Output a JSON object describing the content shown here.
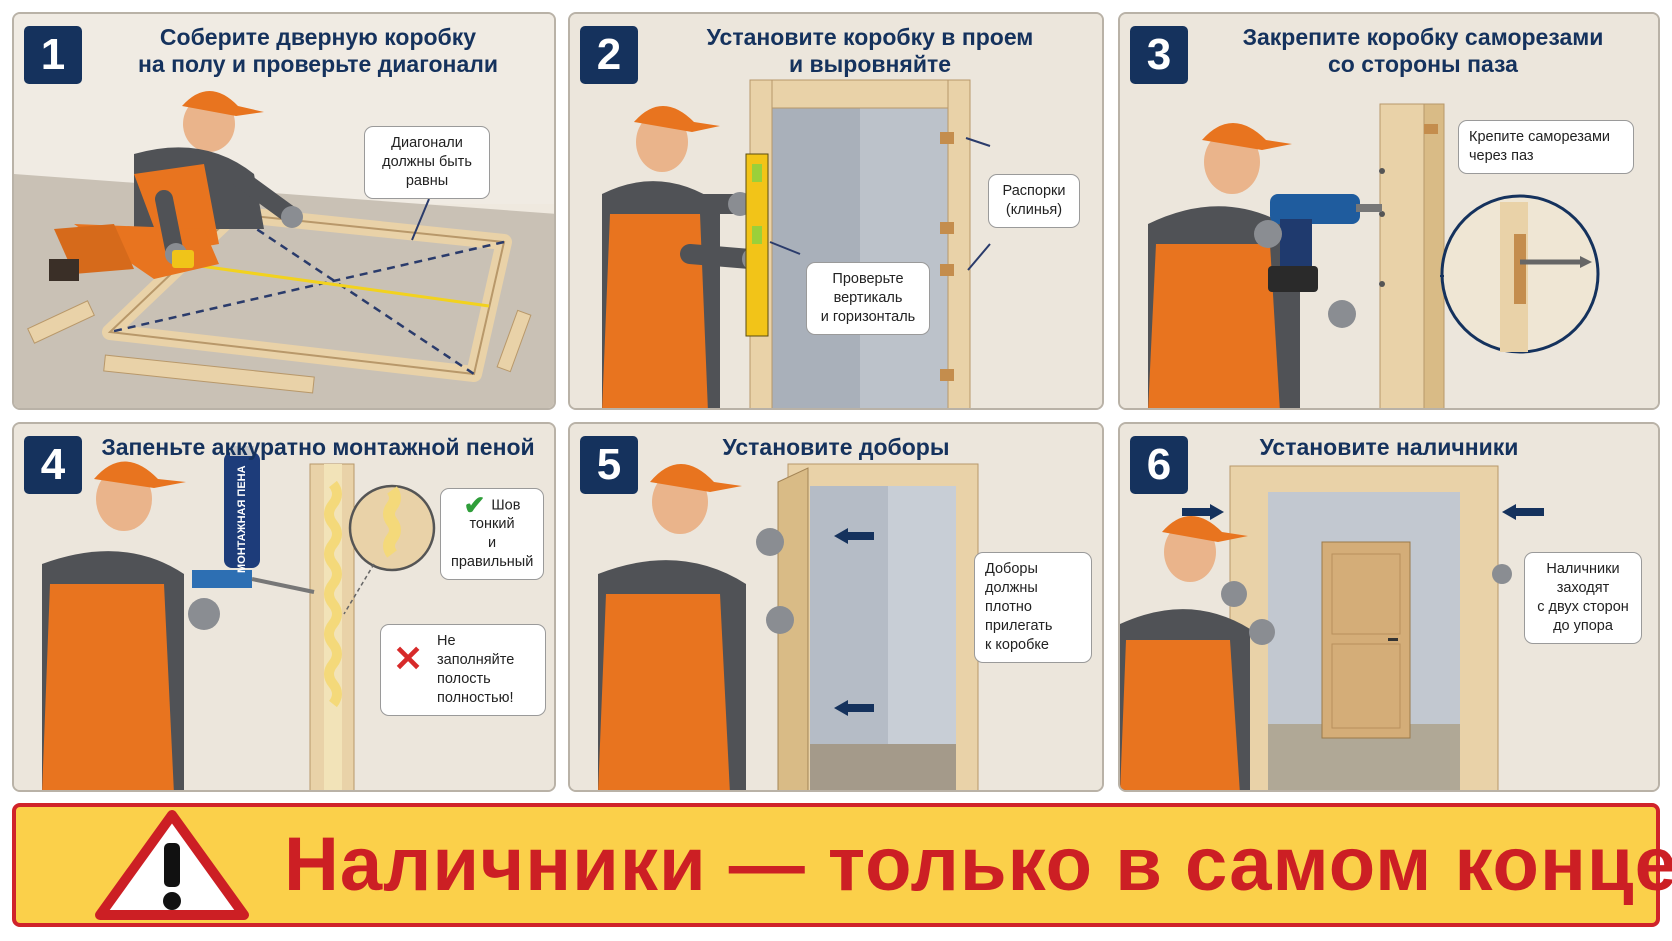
{
  "steps": [
    {
      "number": "1",
      "title_line1": "Соберите дверную коробку",
      "title_line2": "на полу и проверьте диагонали",
      "notes": [
        {
          "lines": [
            "Диагонали",
            "должны быть",
            "равны"
          ]
        }
      ]
    },
    {
      "number": "2",
      "title_line1": "Установите коробку в проем",
      "title_line2": "и выровняйте",
      "notes": [
        {
          "lines": [
            "Распорки",
            "(клинья)"
          ]
        },
        {
          "lines": [
            "Проверьте",
            "вертикаль",
            "и горизонталь"
          ]
        }
      ]
    },
    {
      "number": "3",
      "title_line1": "Закрепите коробку саморезами",
      "title_line2": "со стороны паза",
      "notes": [
        {
          "lines": [
            "Крепите саморезами",
            "через паз"
          ]
        }
      ]
    },
    {
      "number": "4",
      "title_line1": "Запеньте аккуратно монтажной пеной",
      "title_line2": "",
      "notes": [
        {
          "lines": [
            "Шов",
            "тонкий",
            "и правильный"
          ]
        },
        {
          "lines": [
            "Не заполняйте",
            "полость",
            "полностью!"
          ]
        }
      ],
      "can_label": "МОНТАЖНАЯ ПЕНА"
    },
    {
      "number": "5",
      "title_line1": "Установите доборы",
      "title_line2": "",
      "notes": [
        {
          "lines": [
            "Доборы",
            "должны плотно",
            "прилегать",
            "к коробке"
          ]
        }
      ]
    },
    {
      "number": "6",
      "title_line1": "Установите наличники",
      "title_line2": "",
      "notes": [
        {
          "lines": [
            "Наличники",
            "заходят",
            "с двух сторон",
            "до упора"
          ]
        }
      ]
    }
  ],
  "banner": {
    "text": "Наличники — только в самом конце!",
    "icon": "warning-triangle-icon"
  },
  "colors": {
    "navy": "#15325d",
    "orange": "#e8741f",
    "wood": "#e8cfa5",
    "banner_bg": "#fbd04a",
    "banner_red": "#cc1f24",
    "ok_green": "#2f9e3a",
    "no_red": "#d72a2a"
  }
}
